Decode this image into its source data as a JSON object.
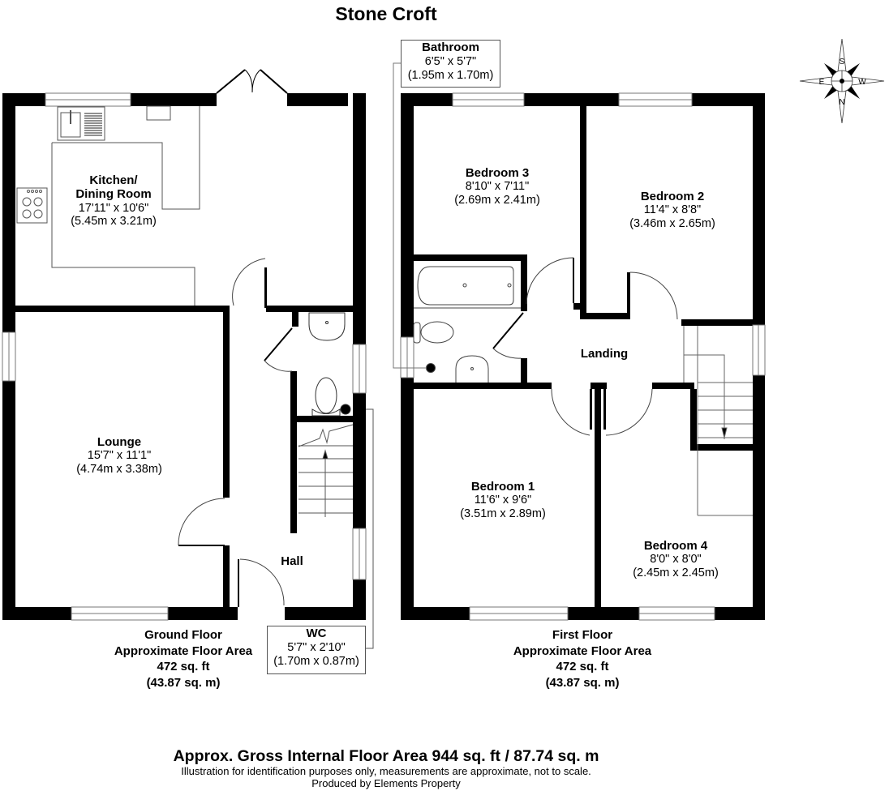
{
  "title": "Stone Croft",
  "ground_floor": {
    "label": "Ground Floor",
    "area_label": "Approximate Floor Area",
    "sq_ft": "472 sq. ft",
    "sq_m": "(43.87 sq. m)",
    "rooms": [
      {
        "name": "Kitchen/",
        "name2": "Dining Room",
        "imperial": "17'11\" x 10'6\"",
        "metric": "(5.45m x 3.21m)"
      },
      {
        "name": "Lounge",
        "imperial": "15'7\" x 11'1\"",
        "metric": "(4.74m x 3.38m)"
      },
      {
        "name": "Hall"
      },
      {
        "name": "WC",
        "imperial": "5'7\" x 2'10\"",
        "metric": "(1.70m x 0.87m)"
      }
    ]
  },
  "first_floor": {
    "label": "First Floor",
    "area_label": "Approximate Floor Area",
    "sq_ft": "472 sq. ft",
    "sq_m": "(43.87 sq. m)",
    "rooms": [
      {
        "name": "Bathroom",
        "imperial": "6'5\" x 5'7\"",
        "metric": "(1.95m x 1.70m)"
      },
      {
        "name": "Bedroom 3",
        "imperial": "8'10\" x 7'11\"",
        "metric": "(2.69m x 2.41m)"
      },
      {
        "name": "Bedroom 2",
        "imperial": "11'4\" x 8'8\"",
        "metric": "(3.46m x 2.65m)"
      },
      {
        "name": "Landing"
      },
      {
        "name": "Bedroom 1",
        "imperial": "11'6\" x 9'6\"",
        "metric": "(3.51m x 2.89m)"
      },
      {
        "name": "Bedroom 4",
        "imperial": "8'0\" x 8'0\"",
        "metric": "(2.45m x 2.45m)"
      }
    ]
  },
  "compass": {
    "icon": "compass-rose-icon",
    "top": "S",
    "left": "E",
    "right": "W",
    "bottom": "N"
  },
  "footer": {
    "gross_area": "Approx. Gross Internal Floor Area 944 sq. ft / 87.74 sq. m",
    "disclaimer": "Illustration for identification purposes only, measurements are approximate, not to scale.",
    "producer": "Produced by Elements Property"
  },
  "colors": {
    "wall": "#000000",
    "fixture_line": "#555555",
    "background": "#ffffff"
  }
}
